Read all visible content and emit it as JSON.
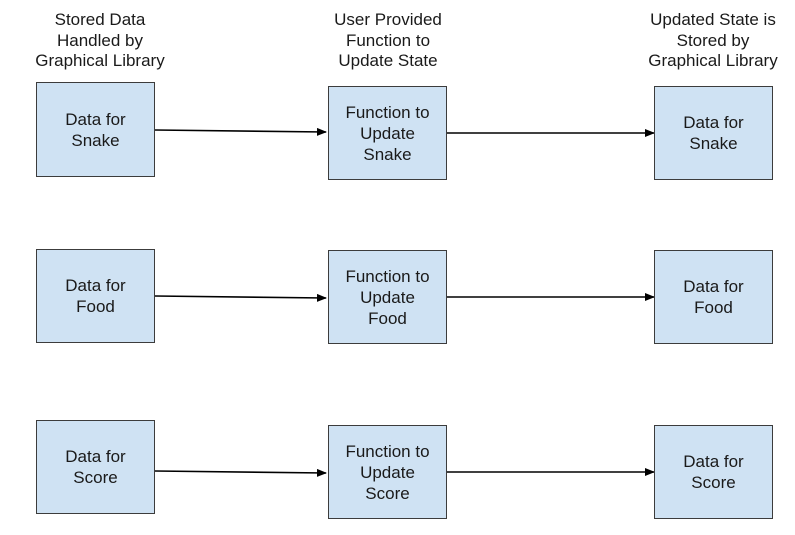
{
  "colors": {
    "box_fill": "#cfe2f3",
    "box_border": "#3c3c3c",
    "arrow": "#000000"
  },
  "headers": [
    {
      "lines": [
        "Stored Data",
        "Handled by",
        "Graphical Library"
      ]
    },
    {
      "lines": [
        "User Provided",
        "Function to",
        "Update State"
      ]
    },
    {
      "lines": [
        "Updated State is",
        "Stored by",
        "Graphical Library"
      ]
    }
  ],
  "rows": [
    {
      "source": {
        "lines": [
          "Data for",
          "Snake"
        ]
      },
      "function": {
        "lines": [
          "Function to",
          "Update",
          "Snake"
        ]
      },
      "result": {
        "lines": [
          "Data for",
          "Snake"
        ]
      }
    },
    {
      "source": {
        "lines": [
          "Data for",
          "Food"
        ]
      },
      "function": {
        "lines": [
          "Function to",
          "Update",
          "Food"
        ]
      },
      "result": {
        "lines": [
          "Data for",
          "Food"
        ]
      }
    },
    {
      "source": {
        "lines": [
          "Data for",
          "Score"
        ]
      },
      "function": {
        "lines": [
          "Function to",
          "Update",
          "Score"
        ]
      },
      "result": {
        "lines": [
          "Data for",
          "Score"
        ]
      }
    }
  ]
}
